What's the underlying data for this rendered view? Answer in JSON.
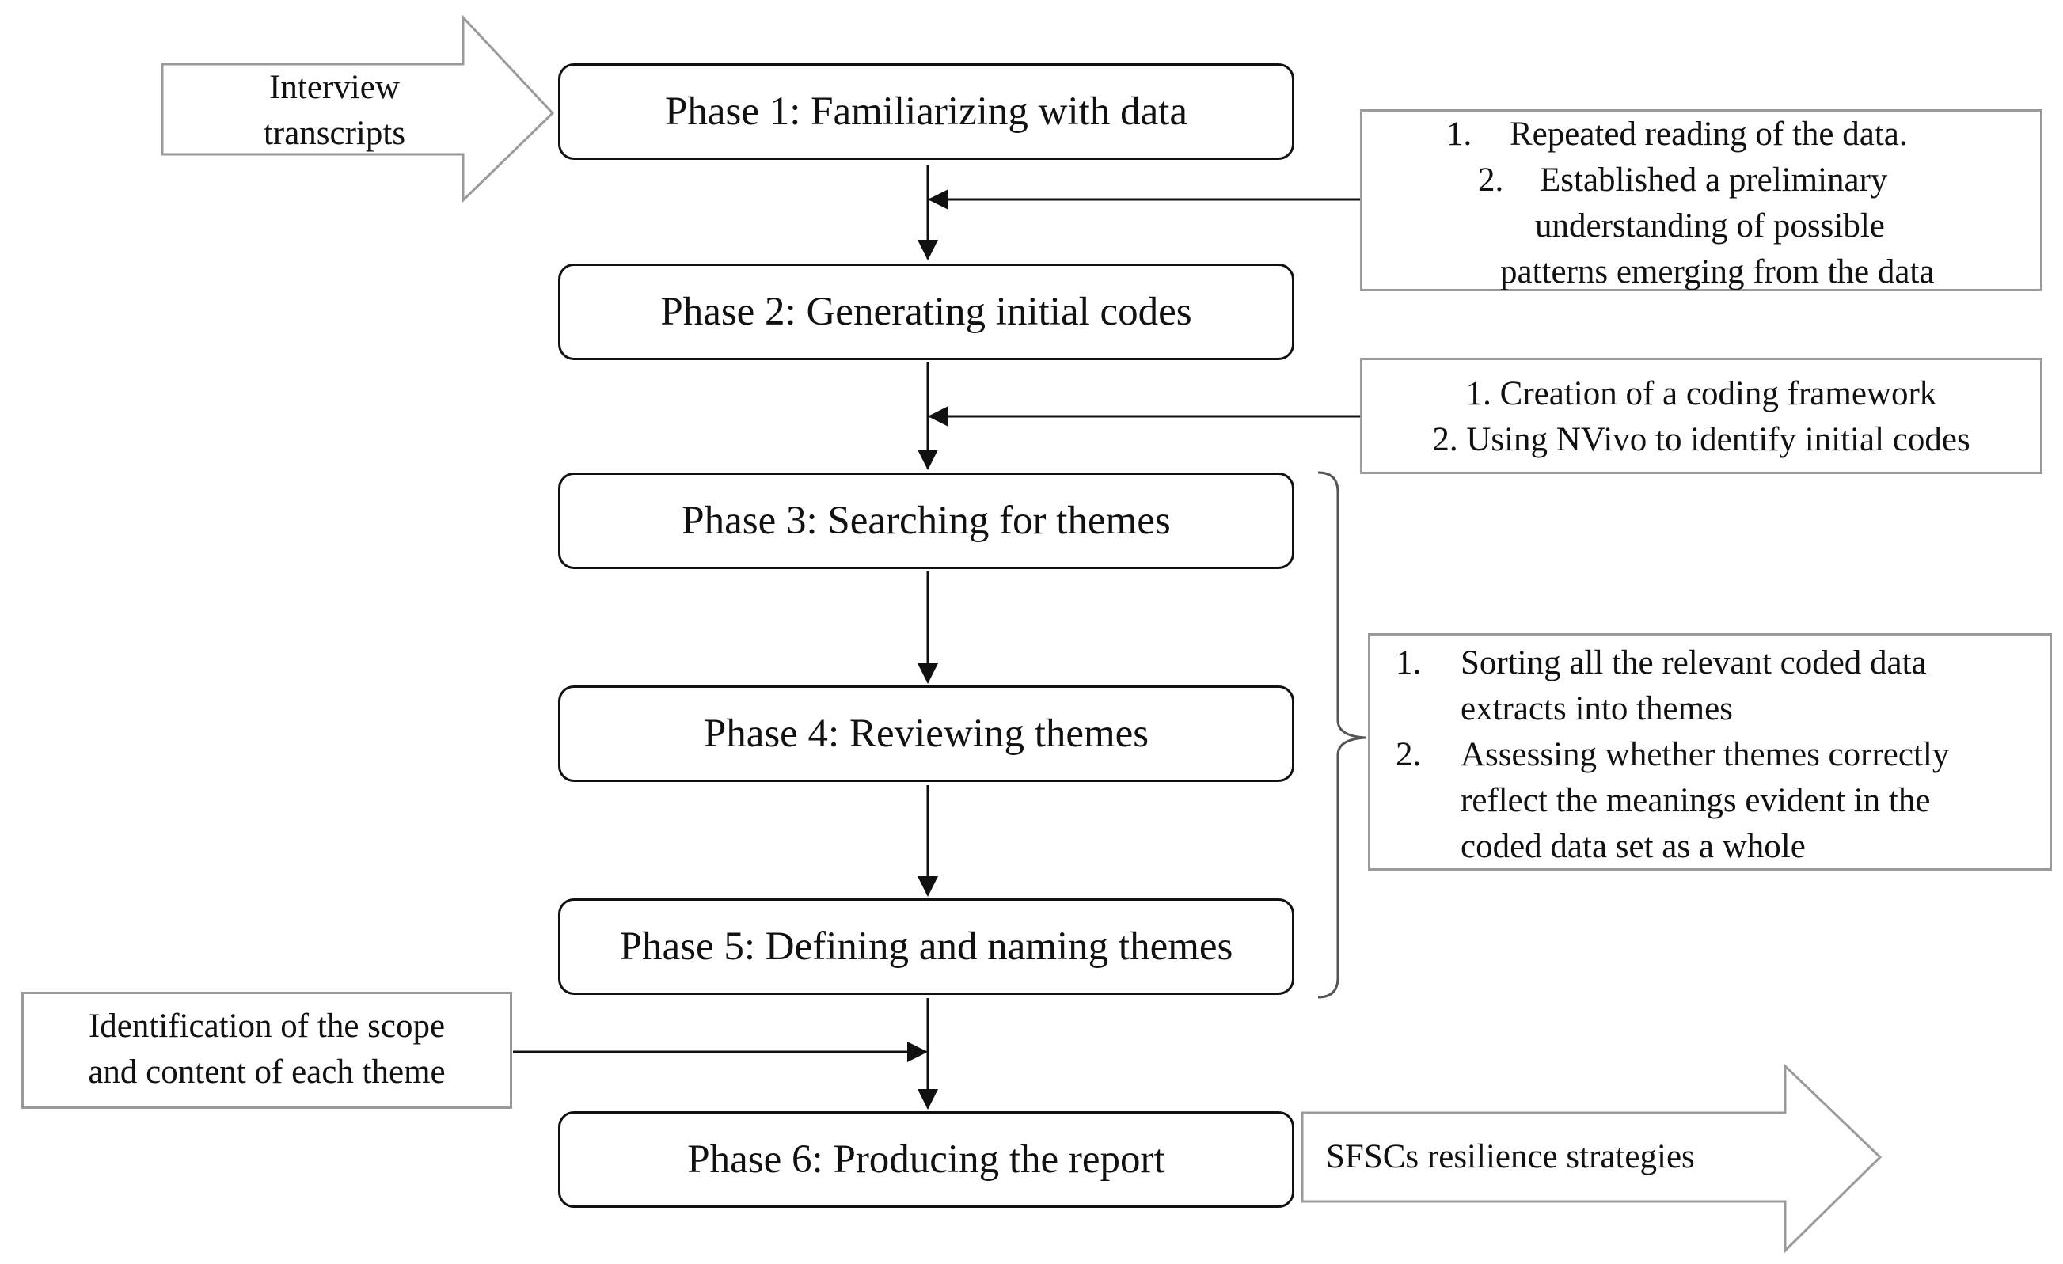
{
  "input": {
    "label_line1": "Interview",
    "label_line2": "transcripts"
  },
  "phases": [
    {
      "label": "Phase 1: Familiarizing with data"
    },
    {
      "label": "Phase 2: Generating initial codes"
    },
    {
      "label": "Phase 3: Searching for themes"
    },
    {
      "label": "Phase 4: Reviewing themes"
    },
    {
      "label": "Phase 5: Defining and naming themes"
    },
    {
      "label": "Phase 6: Producing the report"
    }
  ],
  "notes": {
    "phase1": {
      "items": [
        {
          "num": "1.",
          "lines": [
            "Repeated reading of the data."
          ]
        },
        {
          "num": "2.",
          "lines": [
            "Established a preliminary",
            "understanding of possible",
            "patterns emerging from the data"
          ]
        }
      ]
    },
    "phase2": {
      "items": [
        {
          "text": "1. Creation of a coding framework"
        },
        {
          "text": "2. Using NVivo to identify initial codes"
        }
      ]
    },
    "phase3to5": {
      "items": [
        {
          "num": "1.",
          "lines": [
            "Sorting all the relevant coded data",
            "extracts into themes"
          ]
        },
        {
          "num": "2.",
          "lines": [
            "Assessing whether themes correctly",
            "reflect the meanings evident in the",
            "coded data set as a whole"
          ]
        }
      ]
    },
    "phase5": {
      "line1": "Identification of the scope",
      "line2": "and content of each theme"
    }
  },
  "output": {
    "label": "SFSCs resilience strategies"
  },
  "colors": {
    "box_border": "#111111",
    "note_border": "#9a9a9a",
    "arrow_outline": "#9a9a9a",
    "connector": "#111111"
  }
}
